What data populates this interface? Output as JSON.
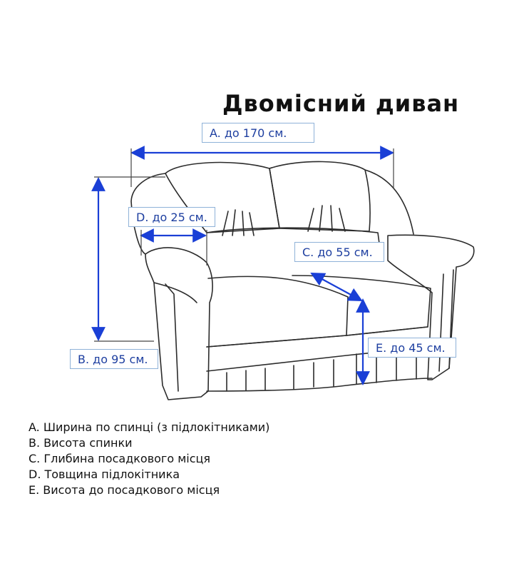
{
  "title": "Двомісний диван",
  "labels": {
    "a": "A. до 170 см.",
    "b": "B. до 95 см.",
    "c": "C. до 55 см.",
    "d": "D. до 25 см.",
    "e": "E. до 45 см."
  },
  "legend": [
    "A. Ширина по спинці (з підлокітниками)",
    "B. Висота спинки",
    "C. Глибина посадкового місця",
    "D. Товщина підлокітника",
    "E. Висота до посадкового місця"
  ],
  "colors": {
    "arrow": "#1a3fd6",
    "label_text": "#1e3fa0",
    "label_border": "#8fb2d8",
    "outline": "#2b2b2b"
  }
}
